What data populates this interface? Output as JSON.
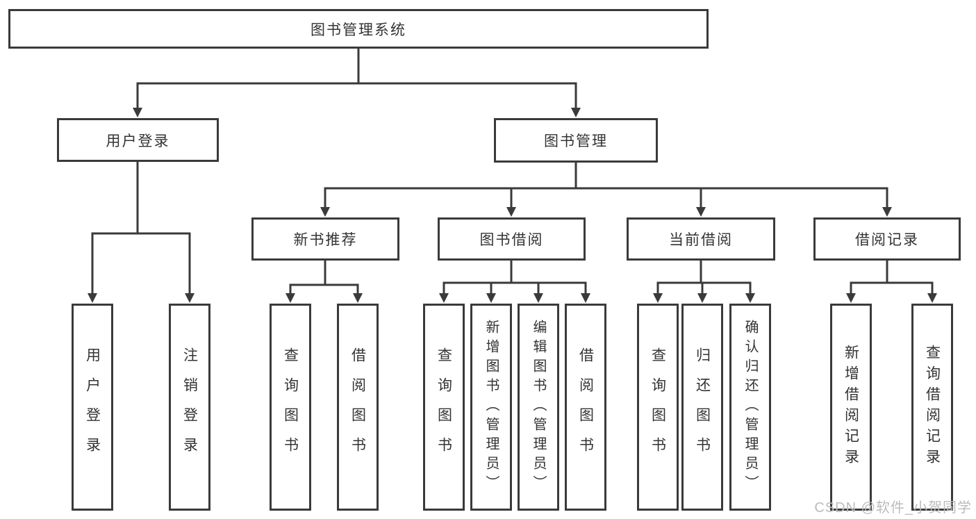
{
  "diagram": {
    "root": {
      "label": "图书管理系统"
    },
    "level2": [
      {
        "label": "用户登录"
      },
      {
        "label": "图书管理"
      }
    ],
    "level3": [
      {
        "label": "新书推荐"
      },
      {
        "label": "图书借阅"
      },
      {
        "label": "当前借阅"
      },
      {
        "label": "借阅记录"
      }
    ],
    "leaves": {
      "user_login": [
        "用户登录",
        "注销登录"
      ],
      "new_books": [
        "查询图书",
        "借阅图书"
      ],
      "book_borrow": [
        "查询图书",
        "新增图书（管理员）",
        "编辑图书（管理员）",
        "借阅图书"
      ],
      "current_borrow": [
        "查询图书",
        "归还图书",
        "确认归还（管理员）"
      ],
      "borrow_records": [
        "新增借阅记录",
        "查询借阅记录"
      ]
    }
  },
  "watermark": {
    "text": "CSDN @软件_小贺同学"
  },
  "colors": {
    "line": "#3a3a3a",
    "text": "#333333",
    "background": "#ffffff",
    "watermark": "#bcbcbe"
  }
}
